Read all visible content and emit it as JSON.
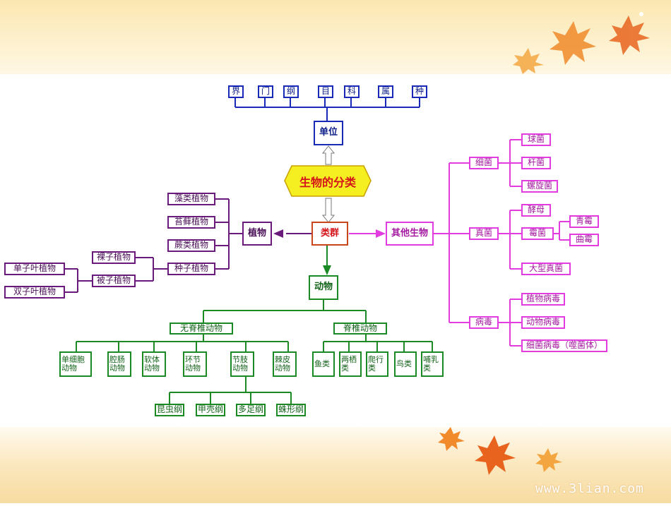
{
  "units": {
    "root": "单位",
    "ranks": [
      "界",
      "门",
      "纲",
      "目",
      "科",
      "属",
      "种"
    ]
  },
  "center": {
    "title": "生物的分类",
    "group": "类群"
  },
  "plants": {
    "label": "植物",
    "items": [
      "藻类植物",
      "苔藓植物",
      "蕨类植物",
      "种子植物"
    ],
    "seed": [
      "裸子植物",
      "被子植物"
    ],
    "angio": [
      "单子叶植物",
      "双子叶植物"
    ]
  },
  "others": {
    "label": "其他生物",
    "bacteria": {
      "label": "细菌",
      "items": [
        "球菌",
        "杆菌",
        "螺旋菌"
      ]
    },
    "fungi": {
      "label": "真菌",
      "items": [
        "酵母",
        "霉菌",
        "大型真菌"
      ],
      "molds": [
        "青霉",
        "曲霉"
      ]
    },
    "virus": {
      "label": "病毒",
      "items": [
        "植物病毒",
        "动物病毒",
        "细菌病毒（噬菌体）"
      ]
    }
  },
  "animals": {
    "label": "动物",
    "invertebrates": {
      "label": "无脊椎动物",
      "items": [
        "单细胞动物",
        "腔肠动物",
        "软体动物",
        "环节动物",
        "节肢动物",
        "棘皮动物"
      ]
    },
    "vertebrates": {
      "label": "脊椎动物",
      "items": [
        "鱼类",
        "两栖类",
        "爬行类",
        "鸟类",
        "哺乳类"
      ]
    },
    "arthropods": [
      "昆虫纲",
      "甲壳纲",
      "多足纲",
      "蛛形纲"
    ]
  },
  "colors": {
    "blue": "#1a2ab8",
    "purple": "#6a1a7a",
    "pink": "#e23ce0",
    "green": "#1b8a24",
    "center_fill": "#f5ee20",
    "center_text": "#d4141a",
    "group_border": "#c8461a"
  },
  "watermark": "www.3lian.com"
}
